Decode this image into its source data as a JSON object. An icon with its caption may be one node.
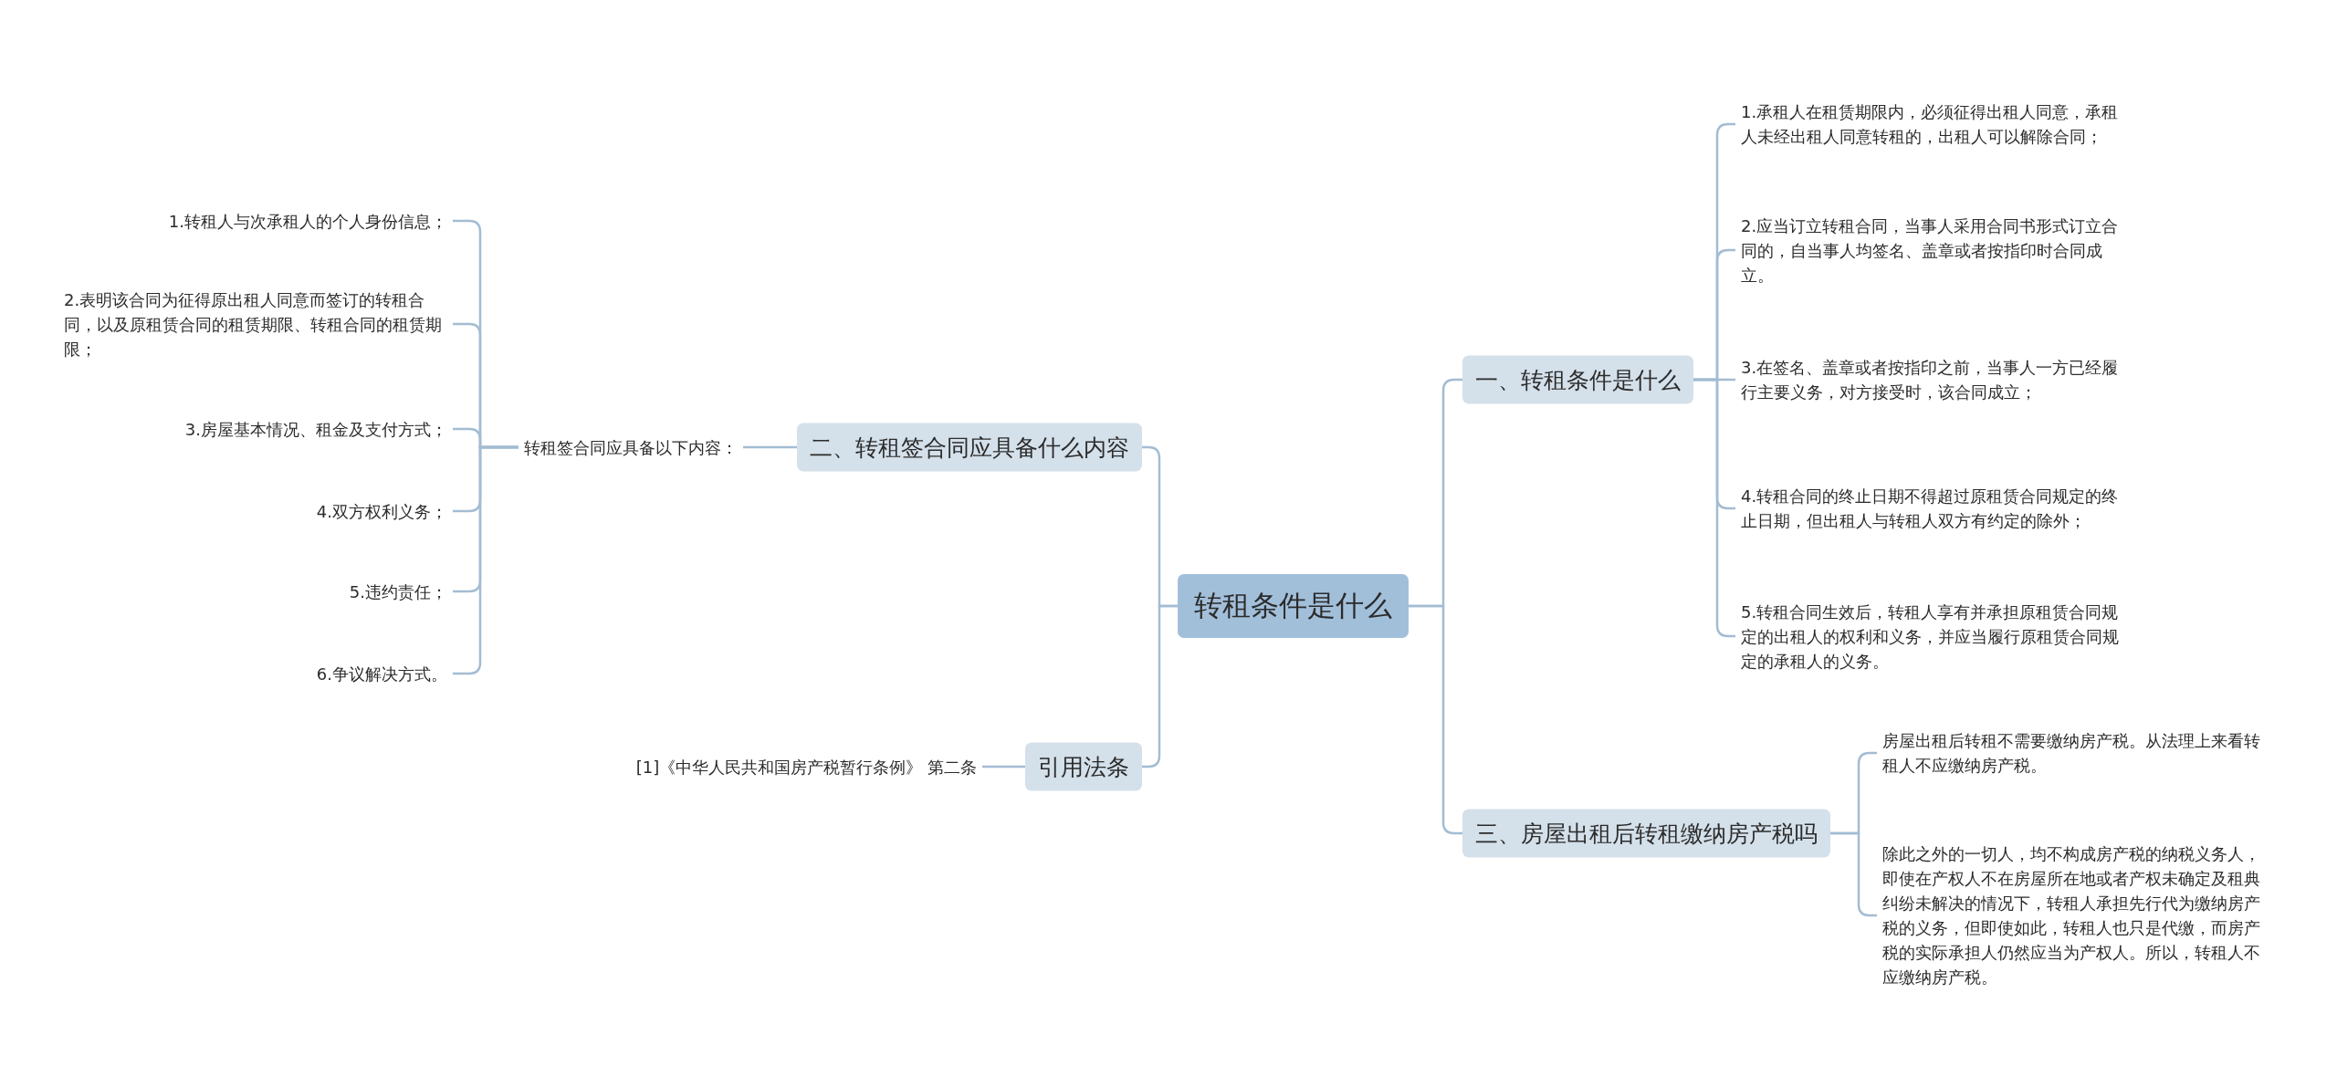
{
  "diagram": {
    "nodes": [
      {
        "text": [
          "转租条件是什么"
        ]
      },
      {
        "text": [
          "一、转租条件是什么"
        ]
      },
      {
        "text": [
          "1.承租人在租赁期限内，必须征得出租人同意，承租人未经出租人同意转租的，出租人可以解除合同；"
        ]
      },
      {
        "text": [
          "2.应当订立转租合同，当事人采用合同书形式订立合同的，自当事人均签名、盖章或者按指印时合同成立。"
        ]
      },
      {
        "text": [
          "3.在签名、盖章或者按指印之前，当事人一方已经履行主要义务，对方接受时，该合同成立；"
        ]
      },
      {
        "text": [
          "4.转租合同的终止日期不得超过原租赁合同规定的终止日期，但出租人与转租人双方有约定的除外；"
        ]
      },
      {
        "text": [
          "5.转租合同生效后，转租人享有并承担原租赁合同规定的出租人的权利和义务，并应当履行原租赁合同规定的承租人的义务。"
        ]
      },
      {
        "text": [
          "三、房屋出租后转租缴纳房产税吗"
        ]
      },
      {
        "text": [
          "房屋出租后转租不需要缴纳房产税。从法理上来看转租人不应缴纳房产税。"
        ]
      },
      {
        "text": [
          "除此之外的一切人，均不构成房产税的纳税义务人，即使在产权人不在房屋所在地或者产权未确定及租典纠纷未解决的情况下，转租人承担先行代为缴纳房产税的义务，但即使如此，转租人也只是代缴，而房产税的实际承担人仍然应当为产权人。所以，转租人不应缴纳房产税。"
        ]
      },
      {
        "text": [
          "二、转租签合同应具备什么内容"
        ]
      },
      {
        "text": [
          "转租签合同应具备以下内容："
        ]
      },
      {
        "text": [
          "1.转租人与次承租人的个人身份信息；"
        ]
      },
      {
        "text": [
          "2.表明该合同为征得原出租人同意而签订的转租合同，以及原租赁合同的租赁期限、转租合同的租赁期限；"
        ]
      },
      {
        "text": [
          "3.房屋基本情况、租金及支付方式；"
        ]
      },
      {
        "text": [
          "4.双方权利义务；"
        ]
      },
      {
        "text": [
          "5.违约责任；"
        ]
      },
      {
        "text": [
          "6.争议解决方式。"
        ]
      },
      {
        "text": [
          "引用法条"
        ]
      },
      {
        "text": [
          "[1]《中华人民共和国房产税暂行条例》 第二条"
        ]
      }
    ],
    "edges": [
      {
        "from": 0,
        "to": 1,
        "arrow": "none"
      },
      {
        "from": 1,
        "to": 2,
        "arrow": "none"
      },
      {
        "from": 1,
        "to": 3,
        "arrow": "none"
      },
      {
        "from": 1,
        "to": 4,
        "arrow": "none"
      },
      {
        "from": 1,
        "to": 5,
        "arrow": "none"
      },
      {
        "from": 1,
        "to": 6,
        "arrow": "none"
      },
      {
        "from": 0,
        "to": 7,
        "arrow": "none"
      },
      {
        "from": 7,
        "to": 8,
        "arrow": "none"
      },
      {
        "from": 7,
        "to": 9,
        "arrow": "none"
      },
      {
        "from": 0,
        "to": 10,
        "arrow": "none"
      },
      {
        "from": 10,
        "to": 11,
        "arrow": "none"
      },
      {
        "from": 11,
        "to": 12,
        "arrow": "none"
      },
      {
        "from": 11,
        "to": 13,
        "arrow": "none"
      },
      {
        "from": 11,
        "to": 14,
        "arrow": "none"
      },
      {
        "from": 11,
        "to": 15,
        "arrow": "none"
      },
      {
        "from": 11,
        "to": 16,
        "arrow": "none"
      },
      {
        "from": 11,
        "to": 17,
        "arrow": "none"
      },
      {
        "from": 0,
        "to": 18,
        "arrow": "none"
      },
      {
        "from": 18,
        "to": 19,
        "arrow": "none"
      }
    ]
  }
}
